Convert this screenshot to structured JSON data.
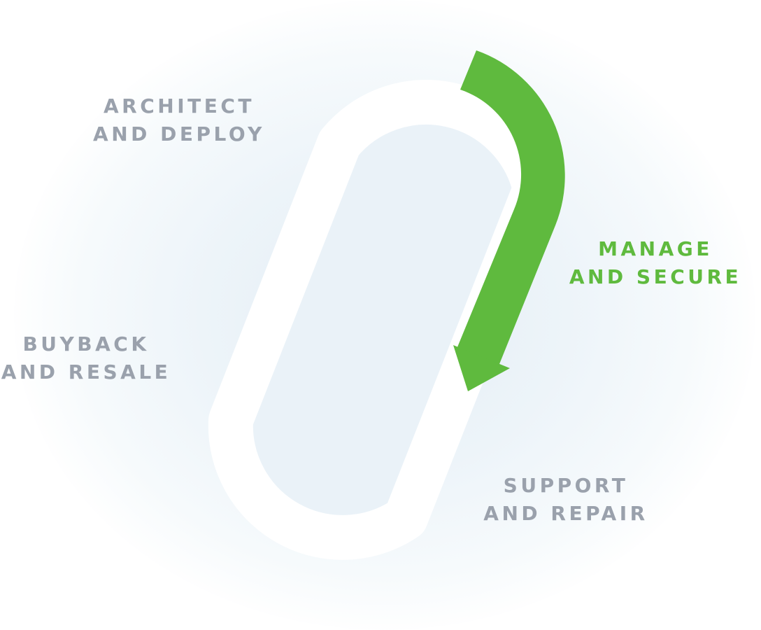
{
  "colors": {
    "active": "#5fba3e",
    "inactive": "#9aa1ac",
    "track": "#ffffff",
    "inner_fill": "#eaf2f8"
  },
  "stages": [
    {
      "line1": "ARCHITECT",
      "line2": "AND DEPLOY",
      "active": false
    },
    {
      "line1": "MANAGE",
      "line2": "AND SECURE",
      "active": true
    },
    {
      "line1": "SUPPORT",
      "line2": "AND REPAIR",
      "active": false
    },
    {
      "line1": "BUYBACK",
      "line2": "AND RESALE",
      "active": false
    }
  ],
  "arrow_icon": "curved-arrow-icon"
}
